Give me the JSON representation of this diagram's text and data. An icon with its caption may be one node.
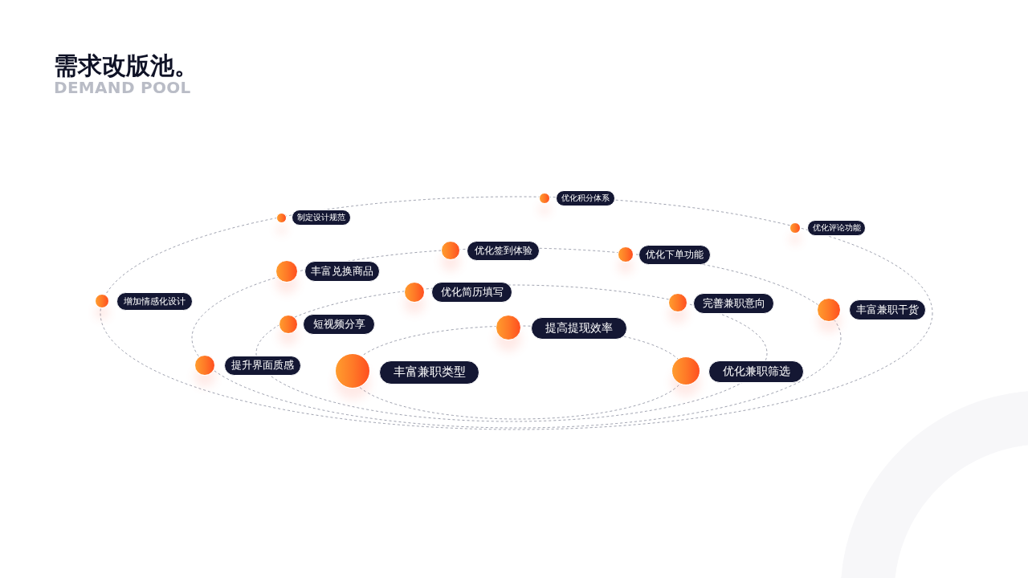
{
  "diagram": {
    "title": "需求改版池。",
    "nodes": [
      {
        "text": [
          "优化积分体系"
        ]
      },
      {
        "text": [
          "制定设计规范"
        ]
      },
      {
        "text": [
          "优化评论功能"
        ]
      },
      {
        "text": [
          "优化签到体验"
        ]
      },
      {
        "text": [
          "优化下单功能"
        ]
      },
      {
        "text": [
          "丰富兑换商品"
        ]
      },
      {
        "text": [
          "优化简历填写"
        ]
      },
      {
        "text": [
          "增加情感化设计"
        ]
      },
      {
        "text": [
          "完善兼职意向"
        ]
      },
      {
        "text": [
          "丰富兼职干货"
        ]
      },
      {
        "text": [
          "短视频分享"
        ]
      },
      {
        "text": [
          "提高提现效率"
        ]
      },
      {
        "text": [
          "提升界面质感"
        ]
      },
      {
        "text": [
          "丰富兼职类型"
        ]
      },
      {
        "text": [
          "优化兼职筛选"
        ]
      }
    ],
    "labels": [
      "DEMAND POOL"
    ]
  }
}
